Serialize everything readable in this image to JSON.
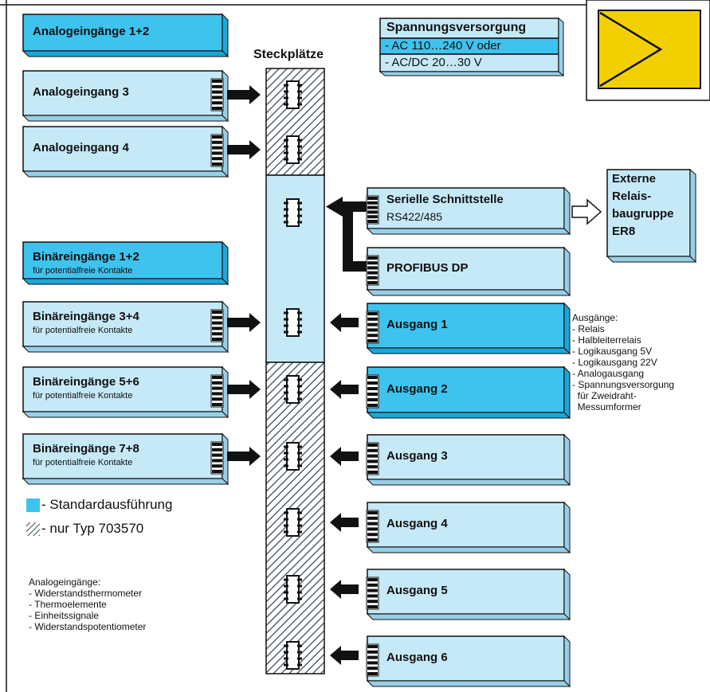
{
  "header": {
    "slots_title": "Steckplätze"
  },
  "left_modules": [
    {
      "title": "Analogeingänge 1+2",
      "subtitle": "",
      "standard": true
    },
    {
      "title": "Analogeingang 3",
      "subtitle": "",
      "standard": false
    },
    {
      "title": "Analogeingang 4",
      "subtitle": "",
      "standard": false
    },
    {
      "title": "Binäreingänge 1+2",
      "subtitle": "für potentialfreie Kontakte",
      "standard": true
    },
    {
      "title": "Binäreingänge 3+4",
      "subtitle": "für potentialfreie Kontakte",
      "standard": false
    },
    {
      "title": "Binäreingänge 5+6",
      "subtitle": "für potentialfreie Kontakte",
      "standard": false
    },
    {
      "title": "Binäreingänge 7+8",
      "subtitle": "für potentialfreie Kontakte",
      "standard": false
    }
  ],
  "right_modules": [
    {
      "title": "Serielle Schnittstelle",
      "subtitle": "RS422/485",
      "standard": false
    },
    {
      "title": "PROFIBUS DP",
      "subtitle": "",
      "standard": false
    },
    {
      "title": "Ausgang 1",
      "subtitle": "",
      "standard": true
    },
    {
      "title": "Ausgang 2",
      "subtitle": "",
      "standard": true
    },
    {
      "title": "Ausgang 3",
      "subtitle": "",
      "standard": false
    },
    {
      "title": "Ausgang 4",
      "subtitle": "",
      "standard": false
    },
    {
      "title": "Ausgang 5",
      "subtitle": "",
      "standard": false
    },
    {
      "title": "Ausgang 6",
      "subtitle": "",
      "standard": false
    }
  ],
  "power_supply": {
    "title": "Spannungsversorgung",
    "option1": "- AC 110…240 V oder",
    "option2": "- AC/DC 20…30 V"
  },
  "external": {
    "line1": "Externe",
    "line2": "Relais-",
    "line3": "baugruppe",
    "line4": "ER8"
  },
  "outputs_note": {
    "title": "Ausgänge:",
    "items": [
      "- Relais",
      "- Halbleiterrelais",
      "- Logikausgang 5V",
      "- Logikausgang 22V",
      "- Analogausgang",
      "- Spannungsversorgung",
      "  für Zweidraht-",
      "  Messumformer"
    ]
  },
  "inputs_note": {
    "title": "Analogeingänge:",
    "items": [
      "- Widerstandsthermometer",
      "- Thermoelemente",
      "- Einheitssignale",
      "- Widerstandspotentiometer"
    ]
  },
  "legend": {
    "standard_label": "- Standardausführung",
    "optional_label": "- nur Typ 703570"
  },
  "colors": {
    "standard_fill": "#3ec3ee",
    "option_fill": "#c6e9f8",
    "hatch": "#3a4f5a",
    "logo_yellow": "#f2d000",
    "outline": "#111111"
  }
}
